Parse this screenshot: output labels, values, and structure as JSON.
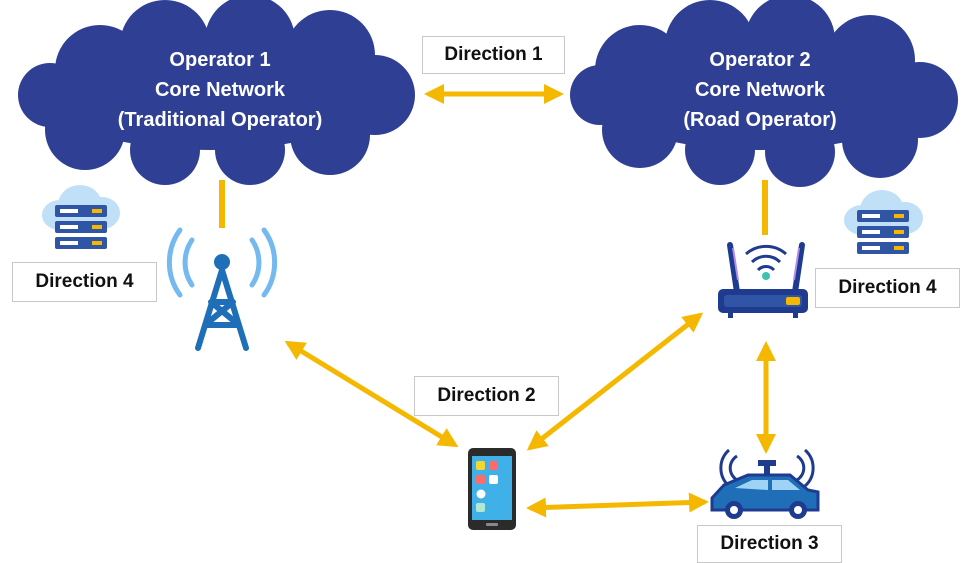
{
  "clouds": {
    "operator1": {
      "line1": "Operator 1",
      "line2": "Core Network",
      "line3": "(Traditional Operator)"
    },
    "operator2": {
      "line1": "Operator 2",
      "line2": "Core Network",
      "line3": "(Road Operator)"
    }
  },
  "labels": {
    "direction1": "Direction 1",
    "direction2": "Direction 2",
    "direction3": "Direction 3",
    "direction4_left": "Direction 4",
    "direction4_right": "Direction 4"
  },
  "icons": {
    "cell_tower": "cell-tower-icon",
    "router": "wifi-router-icon",
    "phone": "smartphone-icon",
    "car": "connected-car-icon",
    "server_left": "cloud-server-icon",
    "server_right": "cloud-server-icon"
  },
  "colors": {
    "cloud": "#2f3f94",
    "arrow": "#f5b800",
    "tower": "#1f6fb8",
    "signal": "#74b9f0",
    "router_body": "#1f3b8f",
    "car": "#1f6fb8"
  }
}
